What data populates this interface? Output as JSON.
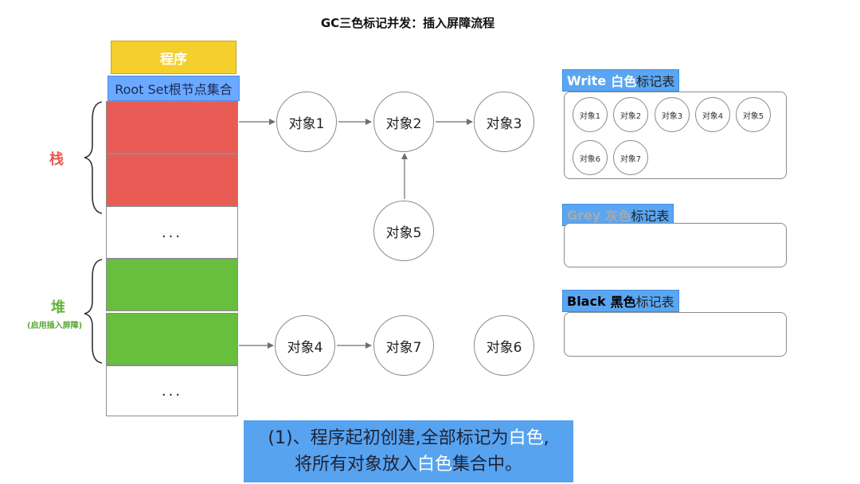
{
  "title": "GC三色标记并发：插入屏障流程",
  "program_label": "程序",
  "root_set_label": "Root Set根节点集合",
  "stack": {
    "label": "栈",
    "cells": [
      {
        "color": "#e95c55",
        "text": ""
      },
      {
        "color": "#e95c55",
        "text": ""
      },
      {
        "color": "#ffffff",
        "text": "..."
      }
    ]
  },
  "heap": {
    "label": "堆",
    "sublabel": "(启用插入屏障)",
    "cells": [
      {
        "color": "#68bf3e",
        "text": ""
      },
      {
        "color": "#68bf3e",
        "text": ""
      },
      {
        "color": "#ffffff",
        "text": "..."
      }
    ]
  },
  "graph": {
    "nodes": [
      {
        "id": "obj1",
        "label": "对象1"
      },
      {
        "id": "obj2",
        "label": "对象2"
      },
      {
        "id": "obj3",
        "label": "对象3"
      },
      {
        "id": "obj5",
        "label": "对象5"
      },
      {
        "id": "obj4",
        "label": "对象4"
      },
      {
        "id": "obj7",
        "label": "对象7"
      },
      {
        "id": "obj6",
        "label": "对象6"
      }
    ],
    "edges": [
      {
        "from": "stack",
        "to": "obj1"
      },
      {
        "from": "obj1",
        "to": "obj2"
      },
      {
        "from": "obj2",
        "to": "obj3"
      },
      {
        "from": "obj5",
        "to": "obj2"
      },
      {
        "from": "heap",
        "to": "obj4"
      },
      {
        "from": "obj4",
        "to": "obj7"
      }
    ]
  },
  "tables": {
    "white": {
      "title_en": "Write",
      "title_cn_colored": "白色",
      "title_cn_rest": "标记表",
      "title_color": "#ffffff",
      "items": [
        "对象1",
        "对象2",
        "对象3",
        "对象4",
        "对象5",
        "对象6",
        "对象7"
      ]
    },
    "grey": {
      "title_en": "Grey",
      "title_cn_colored": "灰色",
      "title_cn_rest": "标记表",
      "title_color": "#a9a9a9",
      "items": []
    },
    "black": {
      "title_en": "Black",
      "title_cn_colored": "黑色",
      "title_cn_rest": "标记表",
      "title_color": "#000000",
      "items": []
    }
  },
  "caption": {
    "line1_pre": "(1)、程序起初创建,全部标记为",
    "line1_hl": "白色",
    "line1_post": ",",
    "line2_pre": "将所有对象放入",
    "line2_hl": "白色",
    "line2_post": "集合中。"
  }
}
